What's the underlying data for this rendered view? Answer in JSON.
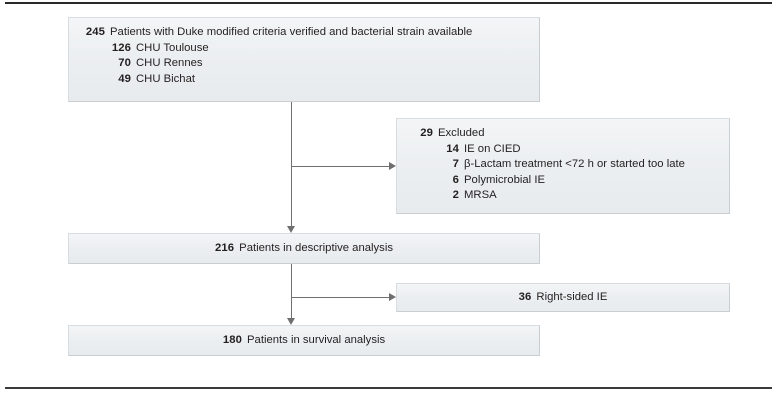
{
  "figure": {
    "type": "patient-flow-diagram",
    "colors": {
      "box_fill": "#eceff1",
      "box_border": "#c9ced3",
      "connector": "#6f6f6f",
      "rule": "#2a2a2a",
      "text": "#231f20"
    }
  },
  "enrollment_box": {
    "header": {
      "count": "245",
      "label": "Patients with Duke modified criteria verified and bacterial strain available"
    },
    "sites": [
      {
        "count": "126",
        "label": "CHU Toulouse"
      },
      {
        "count": "70",
        "label": "CHU Rennes"
      },
      {
        "count": "49",
        "label": "CHU Bichat"
      }
    ]
  },
  "excluded_box": {
    "header": {
      "count": "29",
      "label": "Excluded"
    },
    "reasons": [
      {
        "count": "14",
        "label": "IE on CIED"
      },
      {
        "count": "7",
        "label": "β-Lactam treatment <72 h or started too late"
      },
      {
        "count": "6",
        "label": "Polymicrobial IE"
      },
      {
        "count": "2",
        "label": "MRSA"
      }
    ]
  },
  "descriptive_box": {
    "count": "216",
    "label": "Patients in descriptive analysis"
  },
  "right_sided_box": {
    "count": "36",
    "label": "Right-sided IE"
  },
  "survival_box": {
    "count": "180",
    "label": "Patients in survival analysis"
  }
}
